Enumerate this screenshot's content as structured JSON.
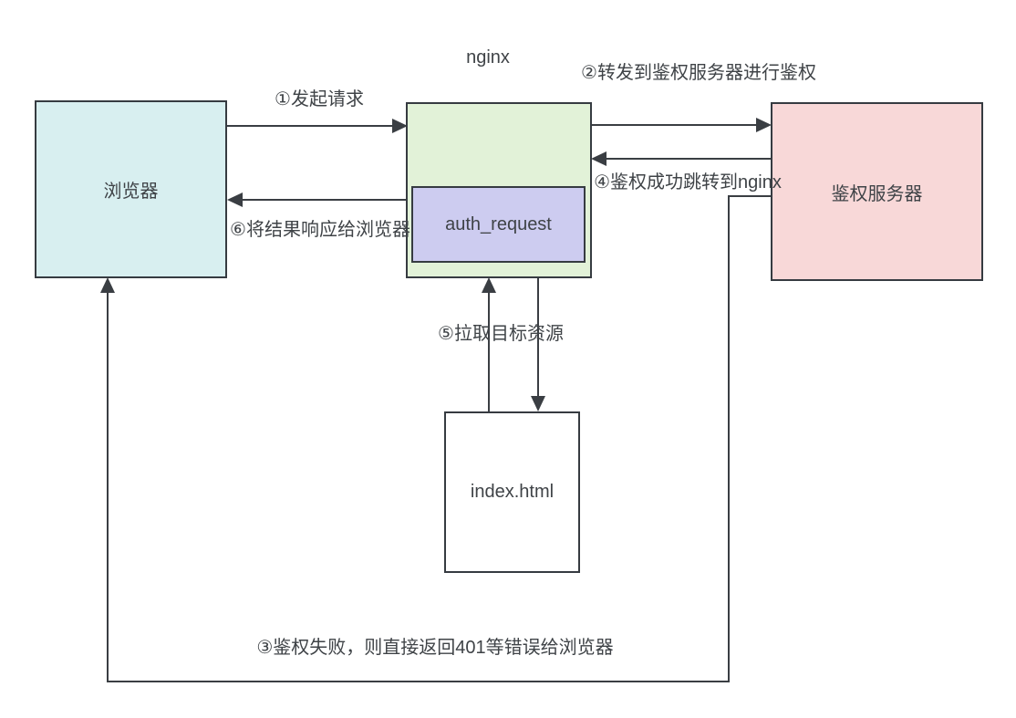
{
  "colors": {
    "canvas_bg": "#ffffff",
    "line": "#3a3e43",
    "border": "#363b41",
    "text": "#3f4347"
  },
  "nodes": {
    "browser": {
      "label": "浏览器",
      "fill": "#d8eff0"
    },
    "nginx": {
      "label": "nginx",
      "fill": "#e2f2d8"
    },
    "auth_request": {
      "label": "auth_request",
      "fill": "#cdccf0"
    },
    "auth_server": {
      "label": "鉴权服务器",
      "fill": "#f8d8d8"
    },
    "index_html": {
      "label": "index.html",
      "fill": "#ffffff"
    }
  },
  "edges": {
    "e1": {
      "label": "①发起请求"
    },
    "e2": {
      "label": "②转发到鉴权服务器进行鉴权"
    },
    "e3": {
      "label": "③鉴权失败，则直接返回401等错误给浏览器"
    },
    "e4": {
      "label": "④鉴权成功跳转到nginx"
    },
    "e5": {
      "label": "⑤拉取目标资源"
    },
    "e6": {
      "label": "⑥将结果响应给浏览器"
    }
  }
}
